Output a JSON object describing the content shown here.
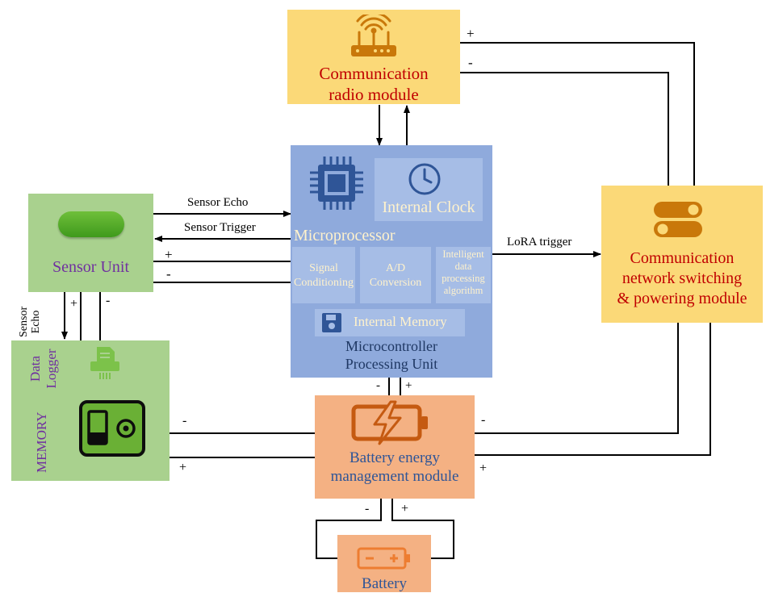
{
  "radio": {
    "line1": "Communication",
    "line2": "radio module"
  },
  "sensor": {
    "title": "Sensor Unit"
  },
  "switching": {
    "line1": "Communication",
    "line2": "network switching",
    "line3": "& powering module"
  },
  "mcu": {
    "internal_clock": "Internal Clock",
    "microprocessor": "Microprocessor",
    "signal_conditioning": [
      "Signal",
      "Conditioning"
    ],
    "ad_conversion": [
      "A/D",
      "Conversion"
    ],
    "intelligent": [
      "Intelligent",
      "data",
      "processing",
      "algorithm"
    ],
    "internal_memory": "Internal Memory",
    "title_line1": "Microcontroller",
    "title_line2": "Processing Unit"
  },
  "logger": {
    "data_logger": [
      "Data",
      "Logger"
    ],
    "memory": "MEMORY"
  },
  "battery_mgmt": {
    "line1": "Battery energy",
    "line2": "management module"
  },
  "battery": {
    "title": "Battery"
  },
  "links": {
    "sensor_echo": "Sensor Echo",
    "sensor_trigger": "Sensor Trigger",
    "lora_trigger": "LoRA trigger",
    "sensor_echo_vertical": [
      "Sensor",
      "Echo"
    ],
    "plus": "+",
    "minus": "-"
  },
  "colors": {
    "yellow": "#fbd978",
    "green": "#a9d18e",
    "blue": "#8faadc",
    "orange": "#f4b183",
    "red_text": "#c00000",
    "purple_text": "#7030a0",
    "navy_text": "#1f3864",
    "cream_text": "#fff2cc"
  }
}
